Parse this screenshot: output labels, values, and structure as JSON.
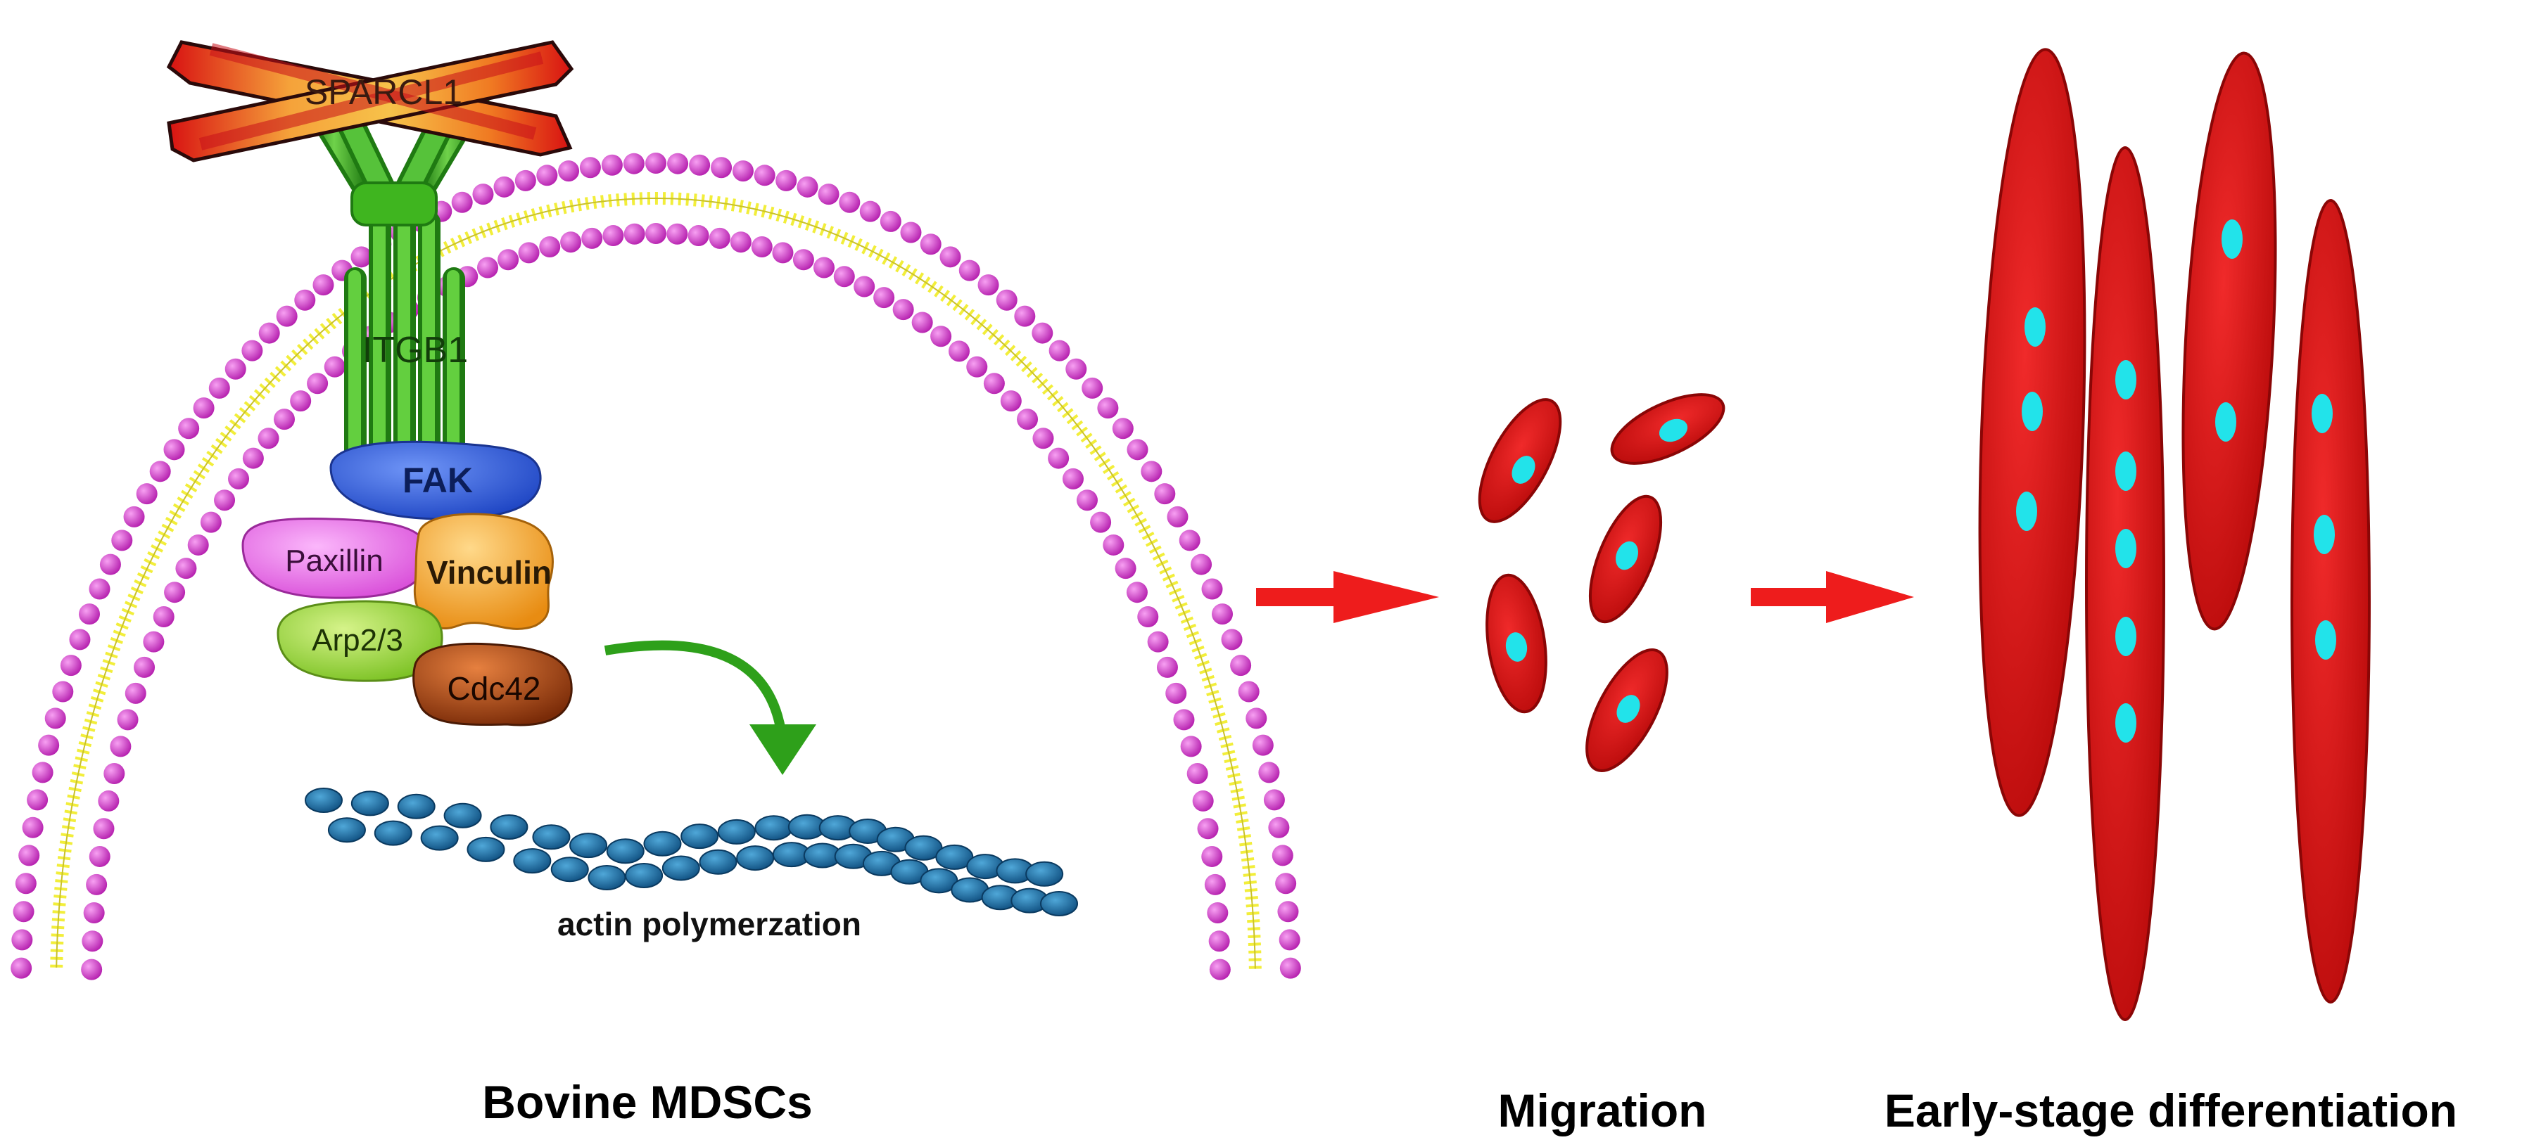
{
  "labels": {
    "sparcl1": "SPARCL1",
    "itgb1": "ITGB1",
    "fak": "FAK",
    "paxillin": "Paxillin",
    "vinculin": "Vinculin",
    "arp23": "Arp2/3",
    "cdc42": "Cdc42",
    "actin": "actin polymerzation"
  },
  "captions": {
    "cell": "Bovine MDSCs",
    "migration": "Migration",
    "differentiation": "Early-stage differentiation"
  },
  "colors": {
    "membrane_head": "#d63bd0",
    "membrane_tail": "#f2ee3a",
    "receptor": "#3fb51f",
    "fak": "#2f5fdd",
    "paxillin": "#f07ff0",
    "vinculin": "#f4a838",
    "arp23": "#a6d94a",
    "cdc42": "#b5511c",
    "actin": "#1f74a8",
    "cell_body": "#dd1515",
    "nucleus": "#22e3ea",
    "arrow_red": "#ee1c1c",
    "arrow_green": "#2ea01a"
  }
}
